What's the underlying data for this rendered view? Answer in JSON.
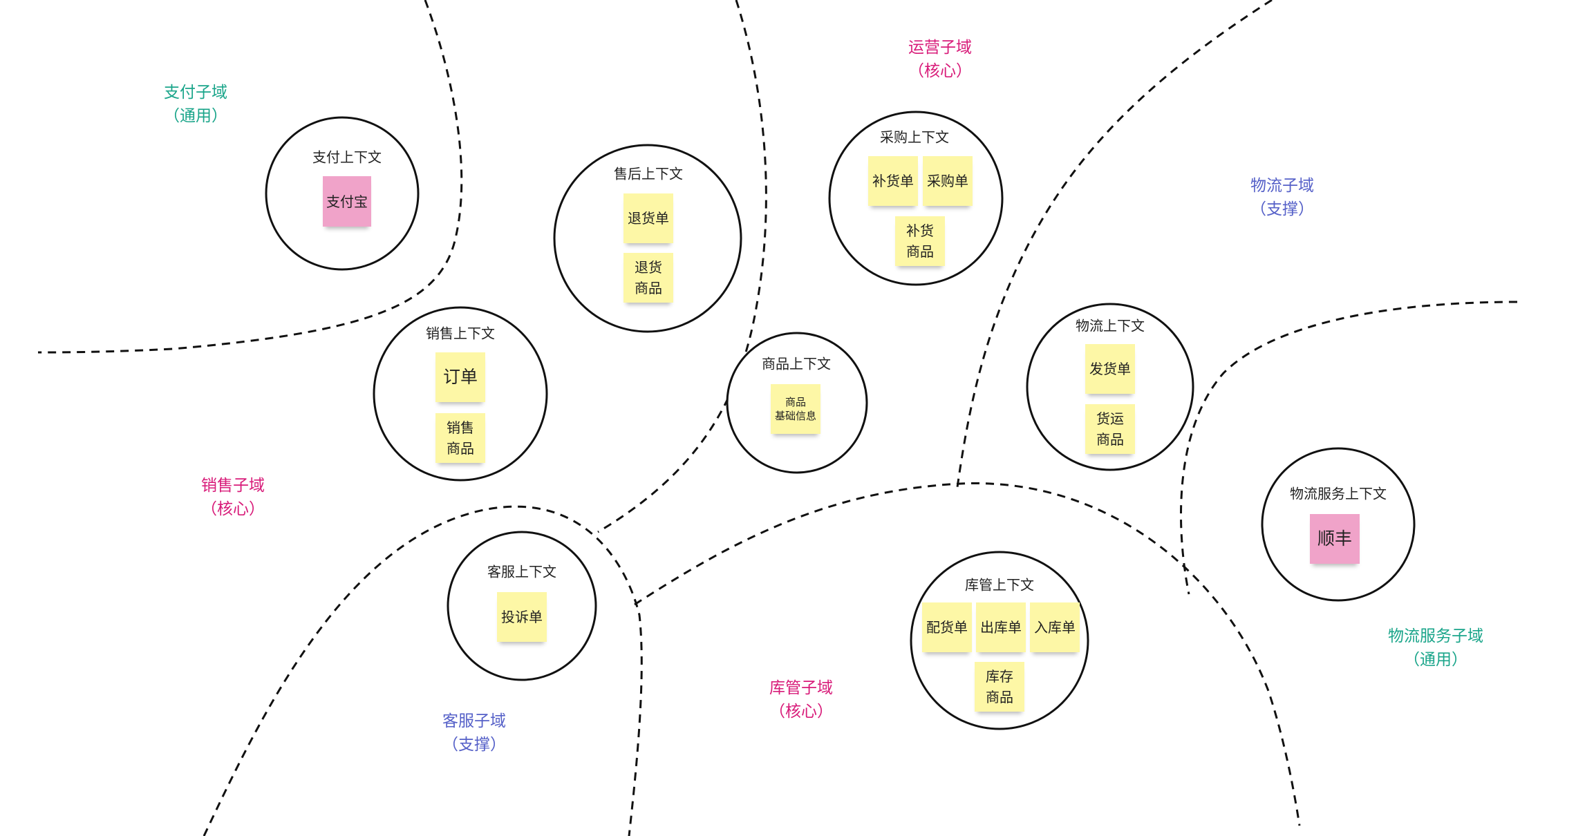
{
  "colors": {
    "core": "#d81b79",
    "support": "#5560c8",
    "generic": "#1aa58a",
    "sticky_yellow": "#fdf7a6",
    "sticky_pink": "#f0a3c9"
  },
  "subdomains": [
    {
      "id": "payment",
      "name": "支付子域",
      "type": "（通用）",
      "kind": "generic"
    },
    {
      "id": "operation",
      "name": "运营子域",
      "type": "（核心）",
      "kind": "core"
    },
    {
      "id": "logistics",
      "name": "物流子域",
      "type": "（支撑）",
      "kind": "support"
    },
    {
      "id": "sales",
      "name": "销售子域",
      "type": "（核心）",
      "kind": "core"
    },
    {
      "id": "service",
      "name": "客服子域",
      "type": "（支撑）",
      "kind": "support"
    },
    {
      "id": "warehouse",
      "name": "库管子域",
      "type": "（核心）",
      "kind": "core"
    },
    {
      "id": "logistics-service",
      "name": "物流服务子域",
      "type": "（通用）",
      "kind": "generic"
    }
  ],
  "contexts": [
    {
      "id": "payment",
      "title": "支付上下文",
      "notes": [
        {
          "text": "支付宝",
          "color": "pink"
        }
      ]
    },
    {
      "id": "aftersale",
      "title": "售后上下文",
      "notes": [
        {
          "text": "退货单",
          "color": "yellow"
        },
        {
          "text": "退货\n商品",
          "color": "yellow"
        }
      ]
    },
    {
      "id": "purchase",
      "title": "采购上下文",
      "notes": [
        {
          "text": "补货单",
          "color": "yellow"
        },
        {
          "text": "采购单",
          "color": "yellow"
        },
        {
          "text": "补货\n商品",
          "color": "yellow"
        }
      ]
    },
    {
      "id": "sales",
      "title": "销售上下文",
      "notes": [
        {
          "text": "订单",
          "color": "yellow"
        },
        {
          "text": "销售\n商品",
          "color": "yellow"
        }
      ]
    },
    {
      "id": "product",
      "title": "商品上下文",
      "notes": [
        {
          "text": "商品\n基础信息",
          "color": "yellow"
        }
      ]
    },
    {
      "id": "logistics",
      "title": "物流上下文",
      "notes": [
        {
          "text": "发货单",
          "color": "yellow"
        },
        {
          "text": "货运\n商品",
          "color": "yellow"
        }
      ]
    },
    {
      "id": "logistics-service",
      "title": "物流服务上下文",
      "notes": [
        {
          "text": "顺丰",
          "color": "pink"
        }
      ]
    },
    {
      "id": "service",
      "title": "客服上下文",
      "notes": [
        {
          "text": "投诉单",
          "color": "yellow"
        }
      ]
    },
    {
      "id": "warehouse",
      "title": "库管上下文",
      "notes": [
        {
          "text": "配货单",
          "color": "yellow"
        },
        {
          "text": "出库单",
          "color": "yellow"
        },
        {
          "text": "入库单",
          "color": "yellow"
        },
        {
          "text": "库存\n商品",
          "color": "yellow"
        }
      ]
    }
  ]
}
